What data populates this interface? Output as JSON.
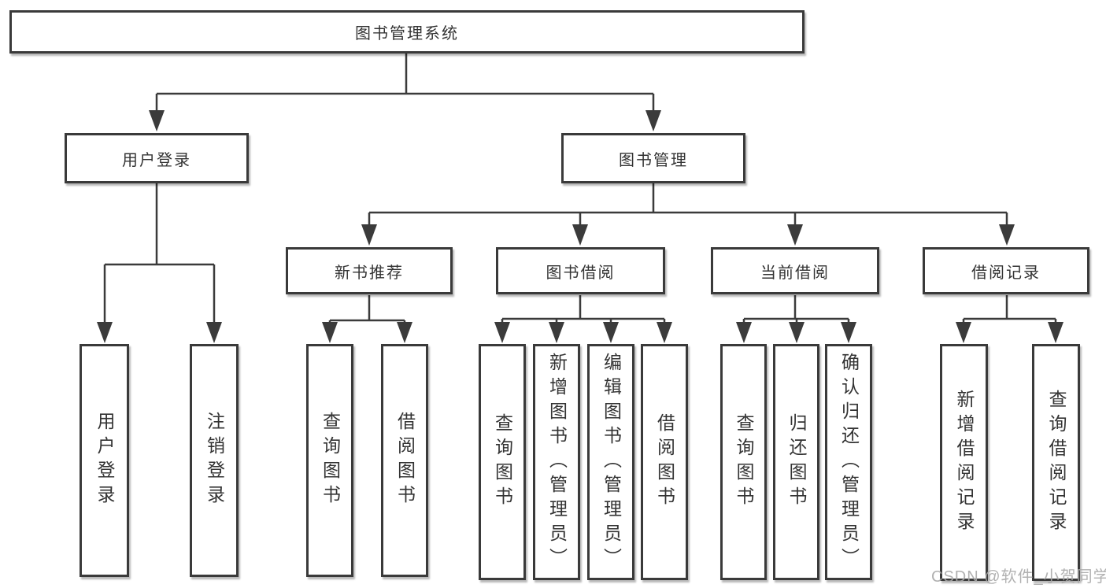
{
  "root": "图书管理系统",
  "level2": {
    "user_login": "用户登录",
    "book_mgmt": "图书管理"
  },
  "level3": {
    "new_books": "新书推荐",
    "book_borrow": "图书借阅",
    "current_borrow": "当前借阅",
    "borrow_records": "借阅记录"
  },
  "leaves": {
    "user_login": "用户登录",
    "logout": "注销登录",
    "newbooks_query": "查询图书",
    "newbooks_borrow": "借阅图书",
    "borrow_query": "查询图书",
    "borrow_add": "新增图书（管理员）",
    "borrow_edit": "编辑图书（管理员）",
    "borrow_borrow": "借阅图书",
    "current_query": "查询图书",
    "current_return": "归还图书",
    "current_confirm": "确认归还（管理员）",
    "records_add": "新增借阅记录",
    "records_query": "查询借阅记录"
  },
  "watermark": "CSDN @软件_小贺同学",
  "colors": {
    "line": "#3b3b3b",
    "box_border": "#3a3a3a",
    "text": "#333333",
    "watermark": "#a9a9a9",
    "background": "#ffffff"
  }
}
